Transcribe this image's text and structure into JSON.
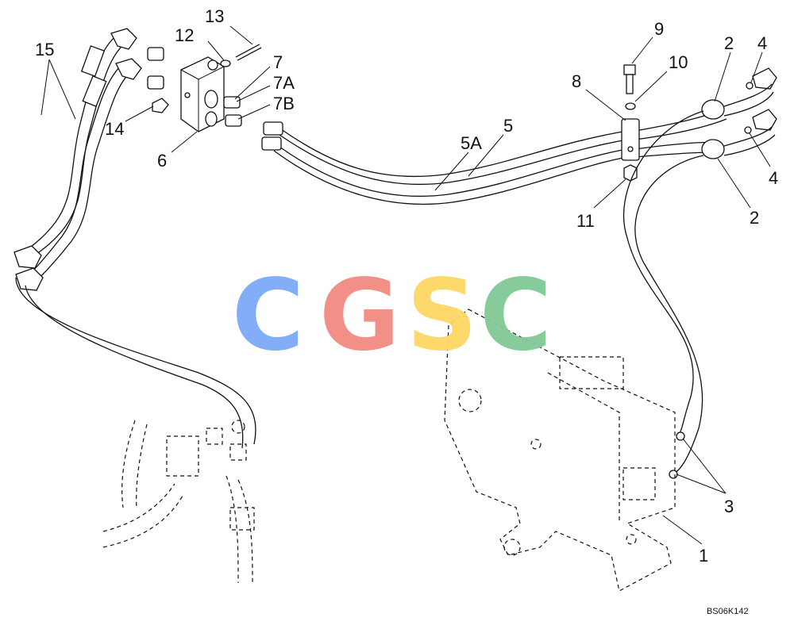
{
  "diagram": {
    "drawing_code": "BS06K142",
    "watermark": "CGSC",
    "watermark_colors": [
      "#7baaf7",
      "#f28b82",
      "#fdd663",
      "#81c995"
    ],
    "callouts": [
      "13",
      "12",
      "7",
      "7A",
      "7B",
      "15",
      "14",
      "6",
      "9",
      "10",
      "8",
      "5",
      "5A",
      "11",
      "2",
      "4",
      "4",
      "2",
      "3",
      "1"
    ]
  }
}
